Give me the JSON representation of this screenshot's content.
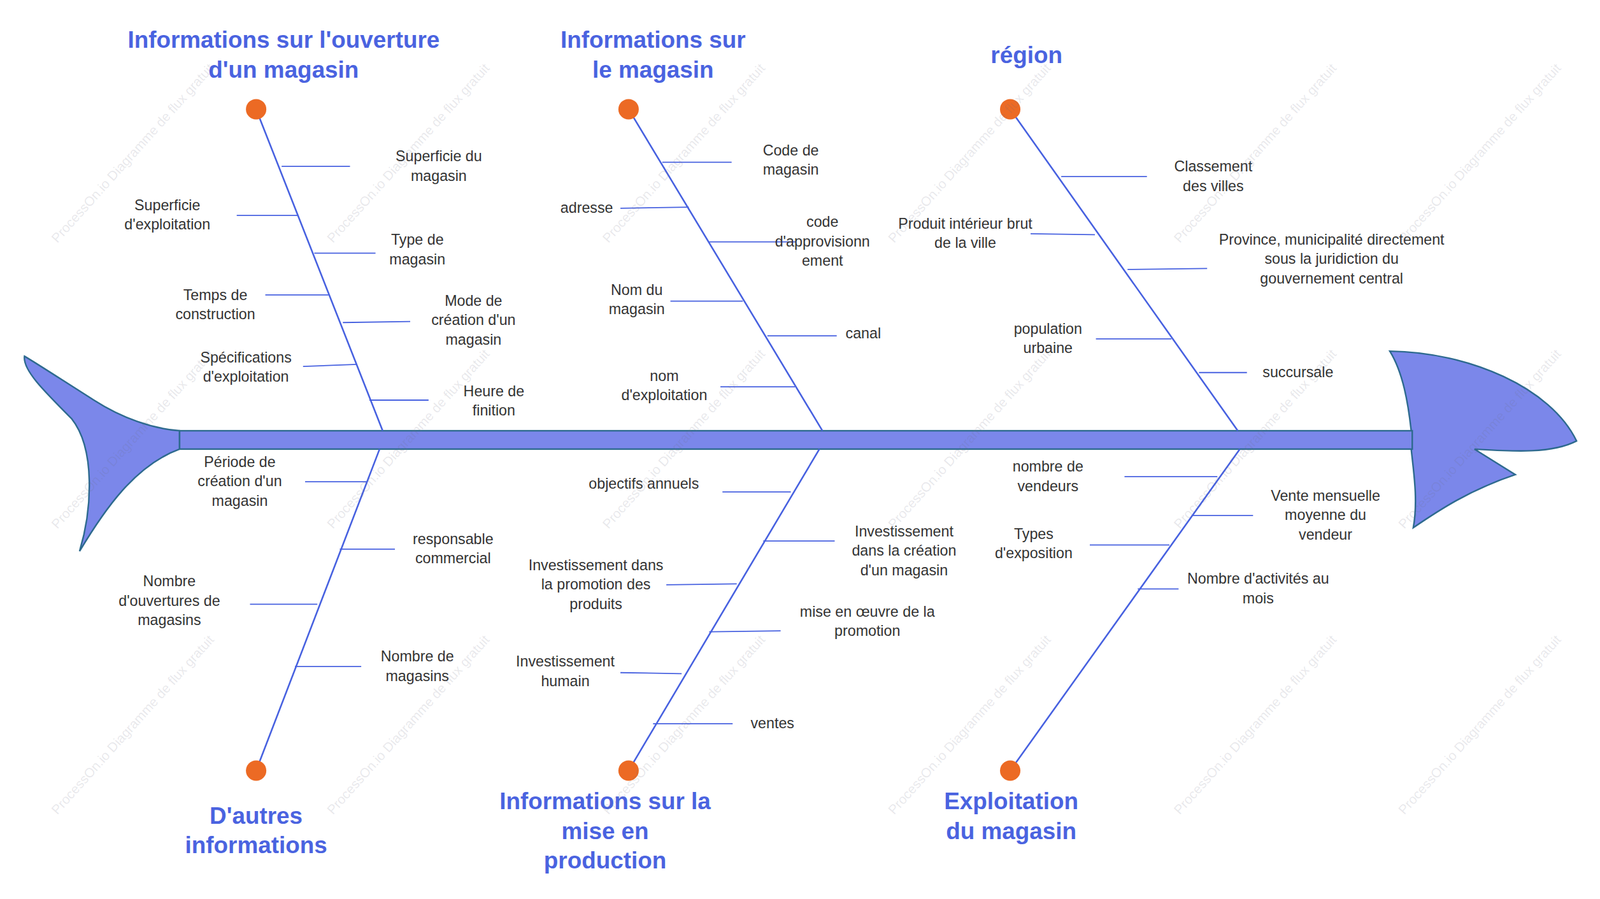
{
  "diagram": {
    "nodes": [
      {
        "text": [
          "Informations sur l'ouverture d'un magasin"
        ]
      },
      {
        "text": [
          "Informations sur le magasin"
        ]
      },
      {
        "text": [
          "région"
        ]
      },
      {
        "text": [
          "D'autres informations"
        ]
      },
      {
        "text": [
          "Informations sur la mise en production"
        ]
      },
      {
        "text": [
          "Exploitation du magasin"
        ]
      }
    ],
    "labels": [
      "Superficie du magasin",
      "Superficie d'exploitation",
      "Type de magasin",
      "Temps de construction",
      "Mode de création d'un magasin",
      "Spécifications d'exploitation",
      "Heure de finition",
      "Code de magasin",
      "adresse",
      "code d'approvisionnement",
      "Nom du magasin",
      "canal",
      "nom d'exploitation",
      "Classement des villes",
      "Produit intérieur brut de la ville",
      "Province, municipalité directement sous la juridiction du gouvernement central",
      "population urbaine",
      "succursale",
      "Période de création d'un magasin",
      "responsable commercial",
      "Nombre d'ouvertures de magasins",
      "Nombre de magasins",
      "objectifs annuels",
      "Investissement dans la création d'un magasin",
      "Investissement dans la promotion des produits",
      "mise en œuvre de la promotion",
      "Investissement humain",
      "ventes",
      "nombre de vendeurs",
      "Vente mensuelle moyenne du vendeur",
      "Types d'exposition",
      "Nombre d'activités au mois",
      "ProcessOn.io Diagramme de flux gratuit",
      "ProcessOn.io Diagramme de flux gratuit",
      "ProcessOn.io Diagramme de flux gratuit",
      "ProcessOn.io Diagramme de flux gratuit",
      "ProcessOn.io Diagramme de flux gratuit",
      "ProcessOn.io Diagramme de flux gratuit",
      "ProcessOn.io Diagramme de flux gratuit",
      "ProcessOn.io Diagramme de flux gratuit",
      "ProcessOn.io Diagramme de flux gratuit",
      "ProcessOn.io Diagramme de flux gratuit",
      "ProcessOn.io Diagramme de flux gratuit",
      "ProcessOn.io Diagramme de flux gratuit",
      "ProcessOn.io Diagramme de flux gratuit",
      "ProcessOn.io Diagramme de flux gratuit",
      "ProcessOn.io Diagramme de flux gratuit",
      "ProcessOn.io Diagramme de flux gratuit",
      "ProcessOn.io Diagramme de flux gratuit",
      "ProcessOn.io Diagramme de flux gratuit"
    ]
  }
}
